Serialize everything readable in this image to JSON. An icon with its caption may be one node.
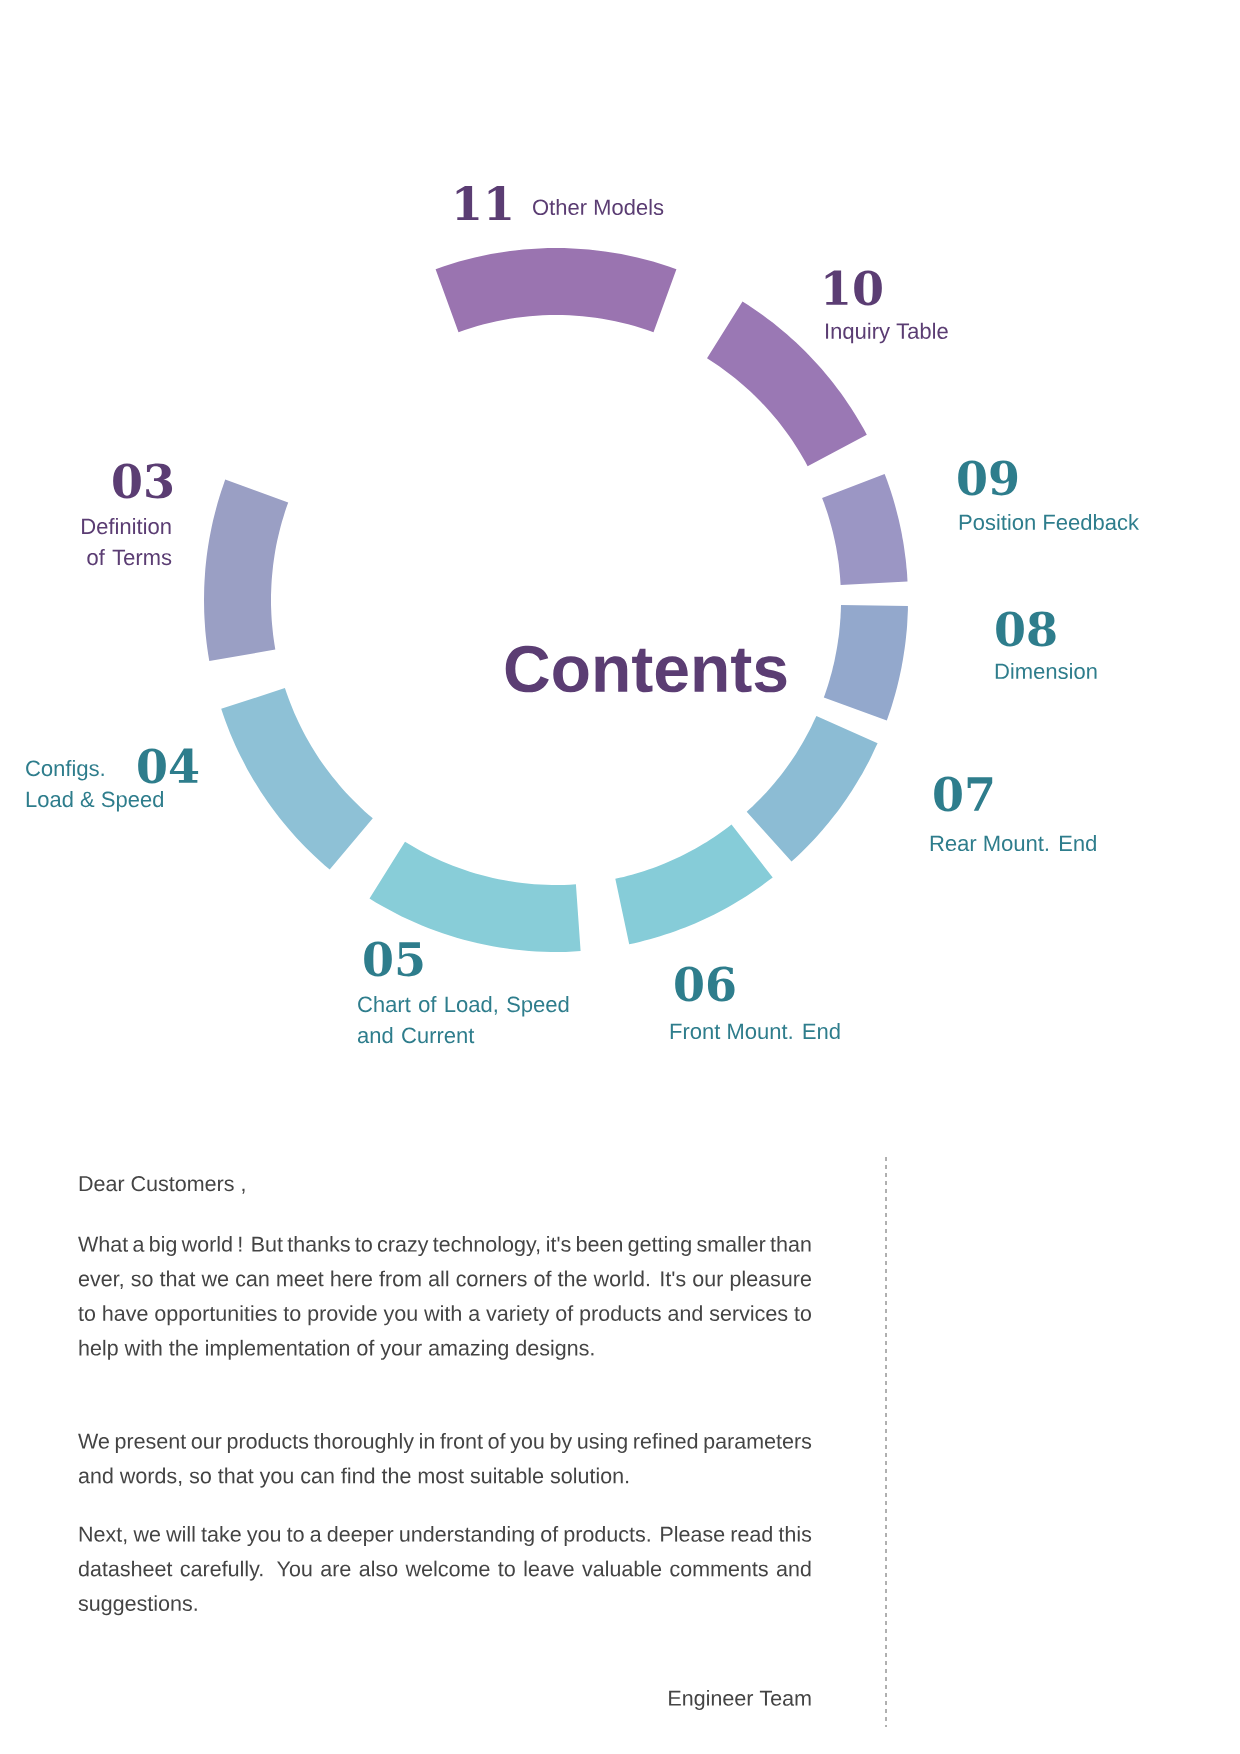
{
  "diagram": {
    "title": "Contents",
    "nodes": [
      {
        "text": [
          "03",
          "Definition of Terms"
        ]
      },
      {
        "text": [
          "Configs. Load & Speed",
          "04"
        ]
      },
      {
        "text": [
          "05",
          "Chart of Load, Speed and Current"
        ]
      },
      {
        "text": [
          "06",
          "Front Mount. End"
        ]
      },
      {
        "text": [
          "07",
          "Rear Mount. End"
        ]
      },
      {
        "text": [
          "08",
          "Dimension"
        ]
      },
      {
        "text": [
          "09",
          "Position Feedback"
        ]
      },
      {
        "text": [
          "10",
          "Inquiry Table"
        ]
      },
      {
        "text": [
          "11",
          "Other Models"
        ]
      }
    ],
    "labels": [
      "Dear Customers ,",
      "What a big world ! But thanks to crazy technology, it's been getting smaller than ever, so that we can meet here from all corners of the world. It's our pleasure to have opportunities to provide you with a variety of products and services to help with the implementation of your amazing designs.",
      "We present our products thoroughly in front of you by using refined parameters and words, so that you can find the most suitable solution.",
      "Next, we will take you to a deeper understanding of products. Please read this datasheet carefully. You are also welcome to leave valuable comments and suggestions.",
      "Engineer Team"
    ]
  }
}
